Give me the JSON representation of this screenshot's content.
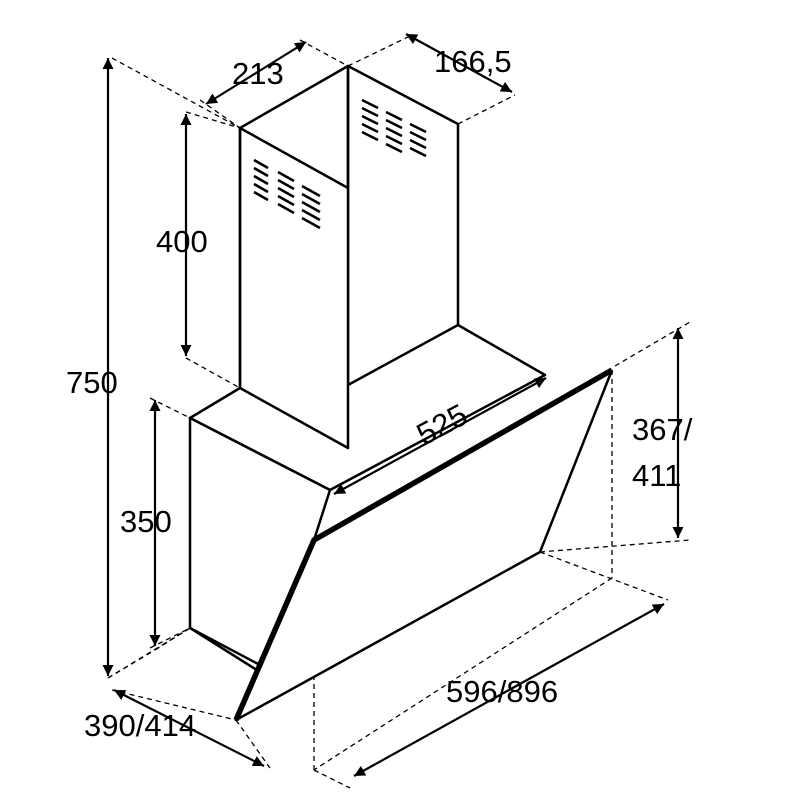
{
  "diagram": {
    "dimensions": {
      "total_height": "750",
      "chimney_width": "213",
      "chimney_depth": "166,5",
      "chimney_height": "400",
      "body_height": "350",
      "glass_length": "525",
      "glass_height_line1": "367/",
      "glass_height_line2": "411",
      "width": "596/896",
      "depth": "390/414"
    }
  }
}
